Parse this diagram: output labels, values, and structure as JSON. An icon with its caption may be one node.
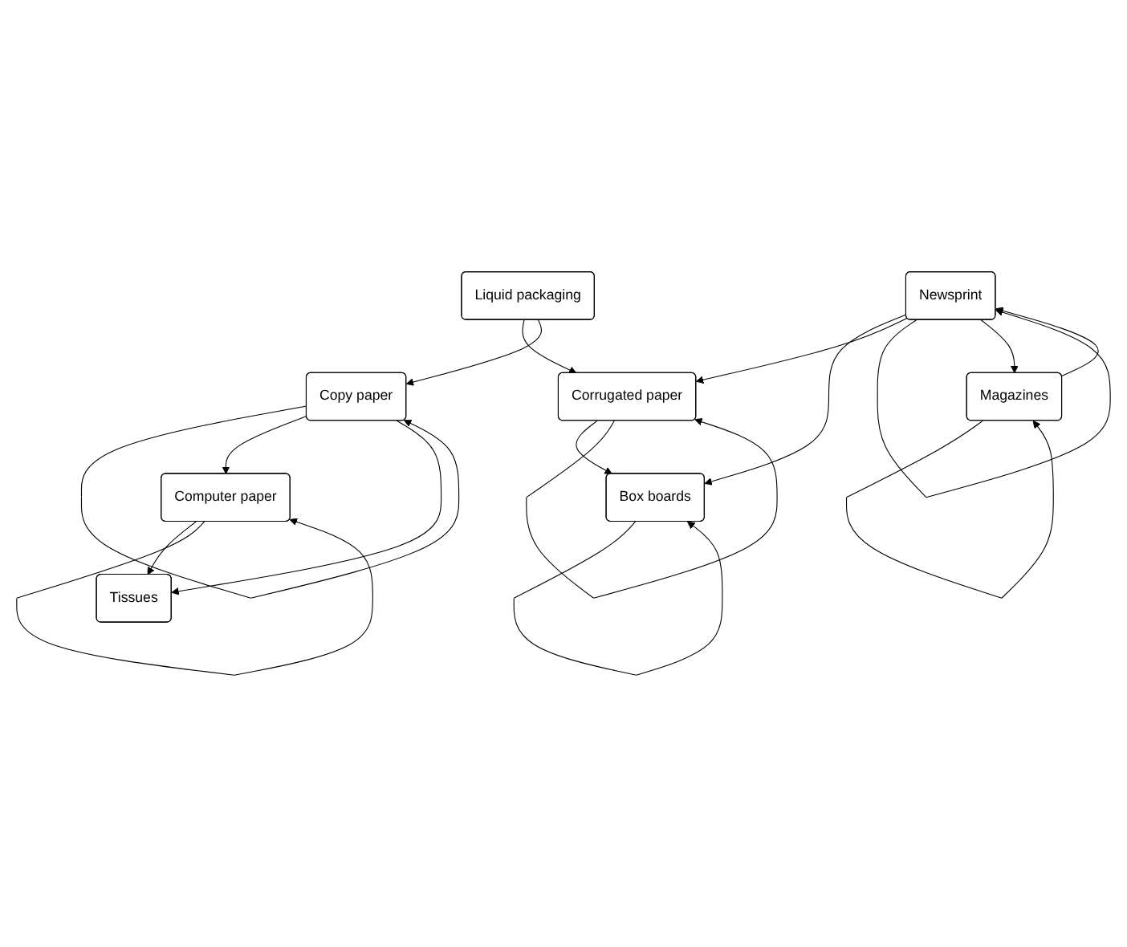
{
  "diagram": {
    "nodes": [
      {
        "text": [
          "Box boards"
        ]
      },
      {
        "text": [
          "Liquid packaging"
        ]
      },
      {
        "text": [
          "Corrugated paper"
        ]
      },
      {
        "text": [
          "Copy paper"
        ]
      },
      {
        "text": [
          "Newsprint"
        ]
      },
      {
        "text": [
          "Magazines"
        ]
      },
      {
        "text": [
          "Computer paper"
        ]
      },
      {
        "text": [
          "Tissues"
        ]
      }
    ],
    "edges": [
      {
        "from": 0,
        "to": 0,
        "arrow": "to"
      },
      {
        "from": 2,
        "to": 0,
        "arrow": "to"
      },
      {
        "from": 4,
        "to": 0,
        "arrow": "to"
      },
      {
        "from": 1,
        "to": 2,
        "arrow": "to"
      },
      {
        "from": 2,
        "to": 2,
        "arrow": "to"
      },
      {
        "from": 1,
        "to": 3,
        "arrow": "to"
      },
      {
        "from": 4,
        "to": 2,
        "arrow": "to"
      },
      {
        "from": 4,
        "to": 4,
        "arrow": "to"
      },
      {
        "from": 4,
        "to": 5,
        "arrow": "to"
      },
      {
        "from": 5,
        "to": 4,
        "arrow": "to"
      },
      {
        "from": 5,
        "to": 5,
        "arrow": "to"
      },
      {
        "from": 3,
        "to": 3,
        "arrow": "to"
      },
      {
        "from": 3,
        "to": 6,
        "arrow": "to"
      },
      {
        "from": 3,
        "to": 7,
        "arrow": "to"
      },
      {
        "from": 6,
        "to": 7,
        "arrow": "to"
      },
      {
        "from": 6,
        "to": 6,
        "arrow": "to"
      }
    ]
  }
}
